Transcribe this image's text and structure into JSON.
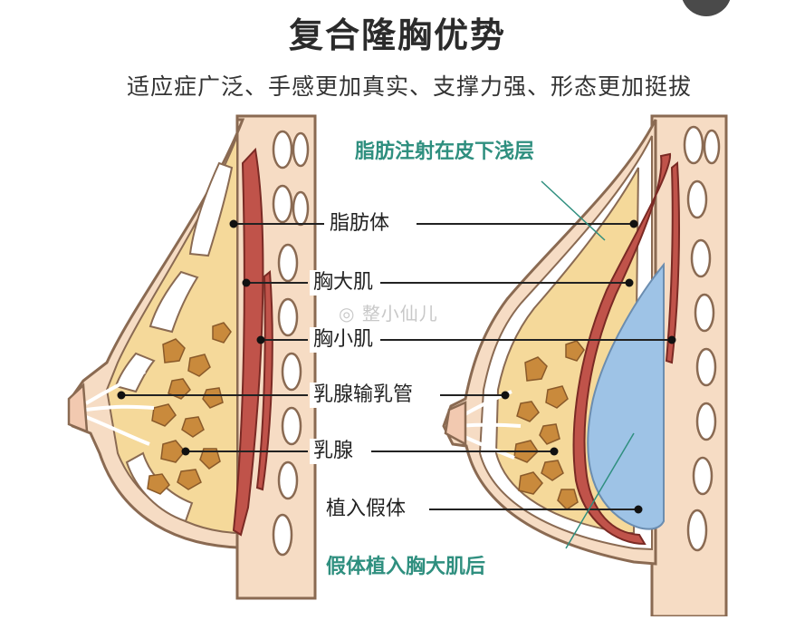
{
  "title": "复合隆胸优势",
  "subtitle": "适应症广泛、手感更加真实、支撑力强、形态更加挺拔",
  "labels": {
    "fat": "脂肪体",
    "pec_major": "胸大肌",
    "pec_minor": "胸小肌",
    "ducts": "乳腺输乳管",
    "gland": "乳腺",
    "implant": "植入假体"
  },
  "callouts": {
    "fat_injection": "脂肪注射在皮下浅层",
    "implant_position": "假体植入胸大肌后"
  },
  "watermark": "整小仙儿",
  "colors": {
    "skin": "#f6dcc4",
    "skin_outline": "#8a6a52",
    "muscle": "#c0534a",
    "fat_yellow": "#f5d99a",
    "gland_brown": "#c98a3c",
    "implant_blue": "#9ec3e6",
    "callout_teal": "#2f8f7f"
  }
}
